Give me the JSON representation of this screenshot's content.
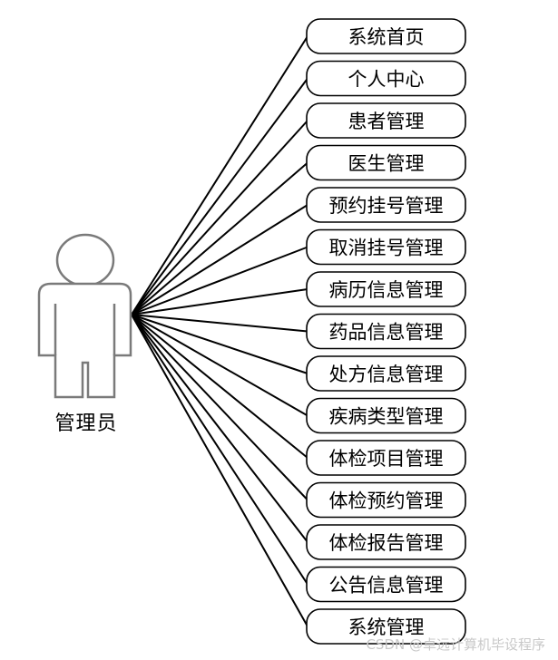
{
  "actor": {
    "label": "管理员"
  },
  "use_cases": [
    "系统首页",
    "个人中心",
    "患者管理",
    "医生管理",
    "预约挂号管理",
    "取消挂号管理",
    "病历信息管理",
    "药品信息管理",
    "处方信息管理",
    "疾病类型管理",
    "体检项目管理",
    "体检预约管理",
    "体检报告管理",
    "公告信息管理",
    "系统管理"
  ],
  "watermark": "CSDN @卓远计算机毕设程序",
  "colors": {
    "lines": "#000000",
    "actor_outline": "#7a7a7a",
    "watermark": "#c8c8c8"
  }
}
